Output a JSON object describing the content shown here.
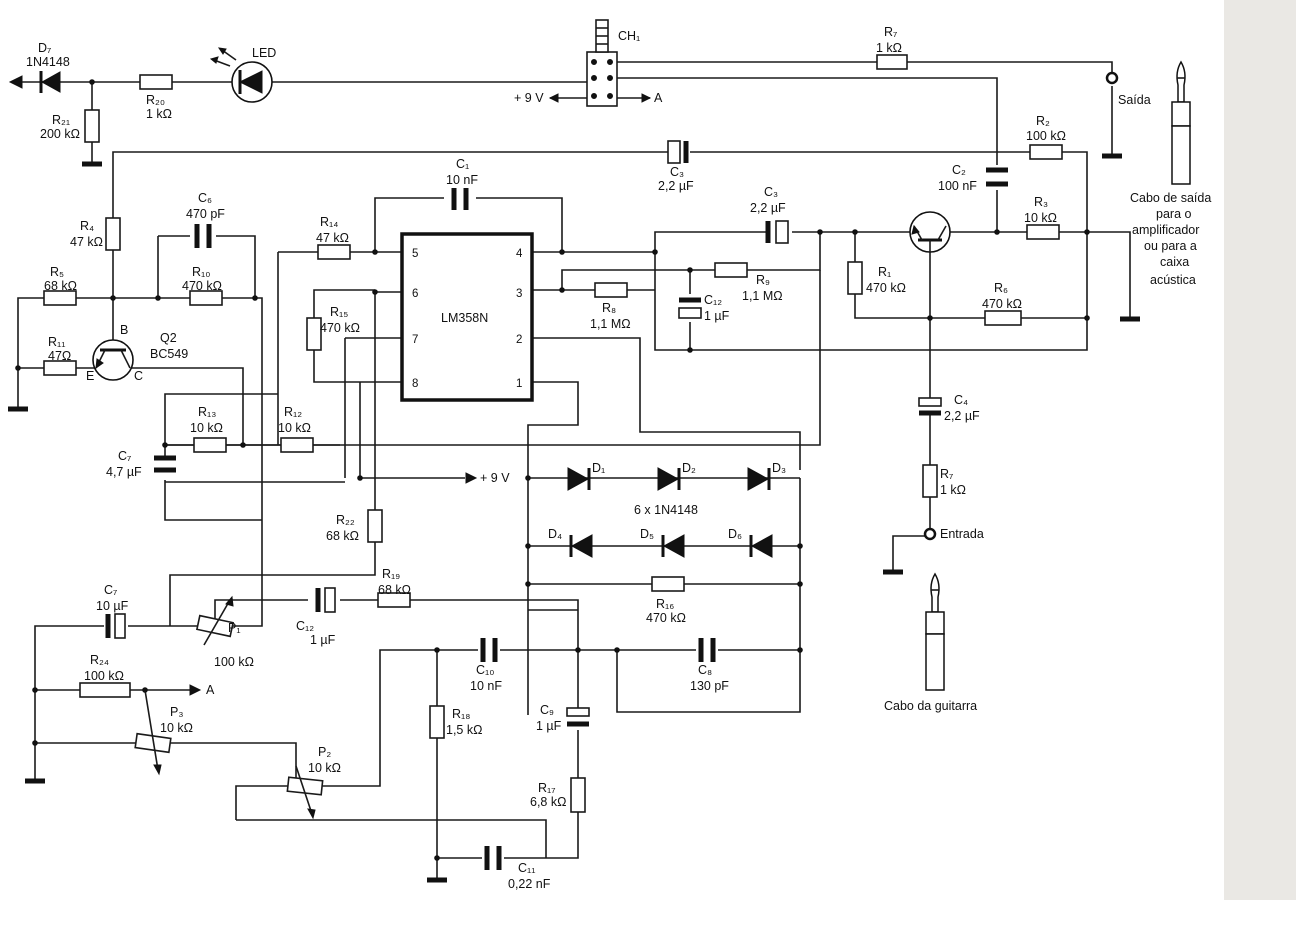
{
  "ic": {
    "name": "LM358N",
    "pins": [
      "5",
      "4",
      "6",
      "3",
      "7",
      "2",
      "8",
      "1"
    ]
  },
  "switch": {
    "label": "CH₁",
    "plus9": "+ 9 V",
    "a": "A"
  },
  "led": {
    "label": "LED"
  },
  "labels": {
    "D7": "D₇",
    "D7v": "1N4148",
    "R20": "R₂₀",
    "R20v": "1 kΩ",
    "R21": "R₂₁",
    "R21v": "200 kΩ",
    "R7a": "R₇",
    "R7av": "1 kΩ",
    "saida": "Saída",
    "R2": "R₂",
    "R2v": "100 kΩ",
    "C3a": "C₃",
    "C3av": "2,2 µF",
    "C2": "C₂",
    "C2v": "100 nF",
    "C1": "C₁",
    "C1v": "10 nF",
    "C3b": "C₃",
    "C3bv": "2,2 µF",
    "R3": "R₃",
    "R3v": "10 kΩ",
    "C6": "C₆",
    "C6v": "470 pF",
    "R4": "R₄",
    "R4v": "47 kΩ",
    "R14": "R₁₄",
    "R14v": "47 kΩ",
    "R5": "R₅",
    "R5v": "68 kΩ",
    "R10": "R₁₀",
    "R10v": "470 kΩ",
    "R15": "R₁₅",
    "R15v": "470 kΩ",
    "R9": "R₉",
    "R9v": "1,1 MΩ",
    "R1": "R₁",
    "R1v": "470 kΩ",
    "C12a": "C₁₂",
    "C12av": "1 µF",
    "R8": "R₈",
    "R8v": "1,1 MΩ",
    "R6": "R₆",
    "R6v": "470 kΩ",
    "R11": "R₁₁",
    "R11v": "47Ω",
    "Q2": "Q2",
    "Q2v": "BC549",
    "B": "B",
    "E": "E",
    "C": "C",
    "R13": "R₁₃",
    "R13v": "10 kΩ",
    "R12": "R₁₂",
    "R12v": "10 kΩ",
    "C4": "C₄",
    "C4v": "2,2 µF",
    "C7a": "C₇",
    "C7av": "4,7 µF",
    "plus9b": "+ 9 V",
    "D1": "D₁",
    "D2": "D₂",
    "D3": "D₃",
    "diodes": "6 x 1N4148",
    "R7b": "R₇",
    "R7bv": "1 kΩ",
    "entrada": "Entrada",
    "R22": "R₂₂",
    "R22v": "68 kΩ",
    "D4": "D₄",
    "D5": "D₅",
    "D6": "D₆",
    "C7b": "C₇",
    "C7bv": "10 µF",
    "C12b": "C₁₂",
    "C12bv": "1 µF",
    "R19": "R₁₉",
    "R19v": "68 kΩ",
    "R16": "R₁₆",
    "R16v": "470 kΩ",
    "P1": "P₁",
    "P1v": "100 kΩ",
    "C10": "C₁₀",
    "C10v": "10 nF",
    "C8": "C₈",
    "C8v": "130 pF",
    "R24": "R₂₄",
    "R24v": "100 kΩ",
    "A2": "A",
    "P3": "P₃",
    "P3v": "10 kΩ",
    "R18": "R₁₈",
    "R18v": "1,5 kΩ",
    "C9": "C₉",
    "C9v": "1 µF",
    "P2": "P₂",
    "P2v": "10 kΩ",
    "R17": "R₁₇",
    "R17v": "6,8 kΩ",
    "C11": "C₁₁",
    "C11v": "0,22 nF"
  },
  "cables": {
    "out": [
      "Cabo de saída",
      "para o",
      "amplificador",
      "ou para a",
      "caixa",
      "acústica"
    ],
    "guitar": "Cabo da guitarra"
  }
}
